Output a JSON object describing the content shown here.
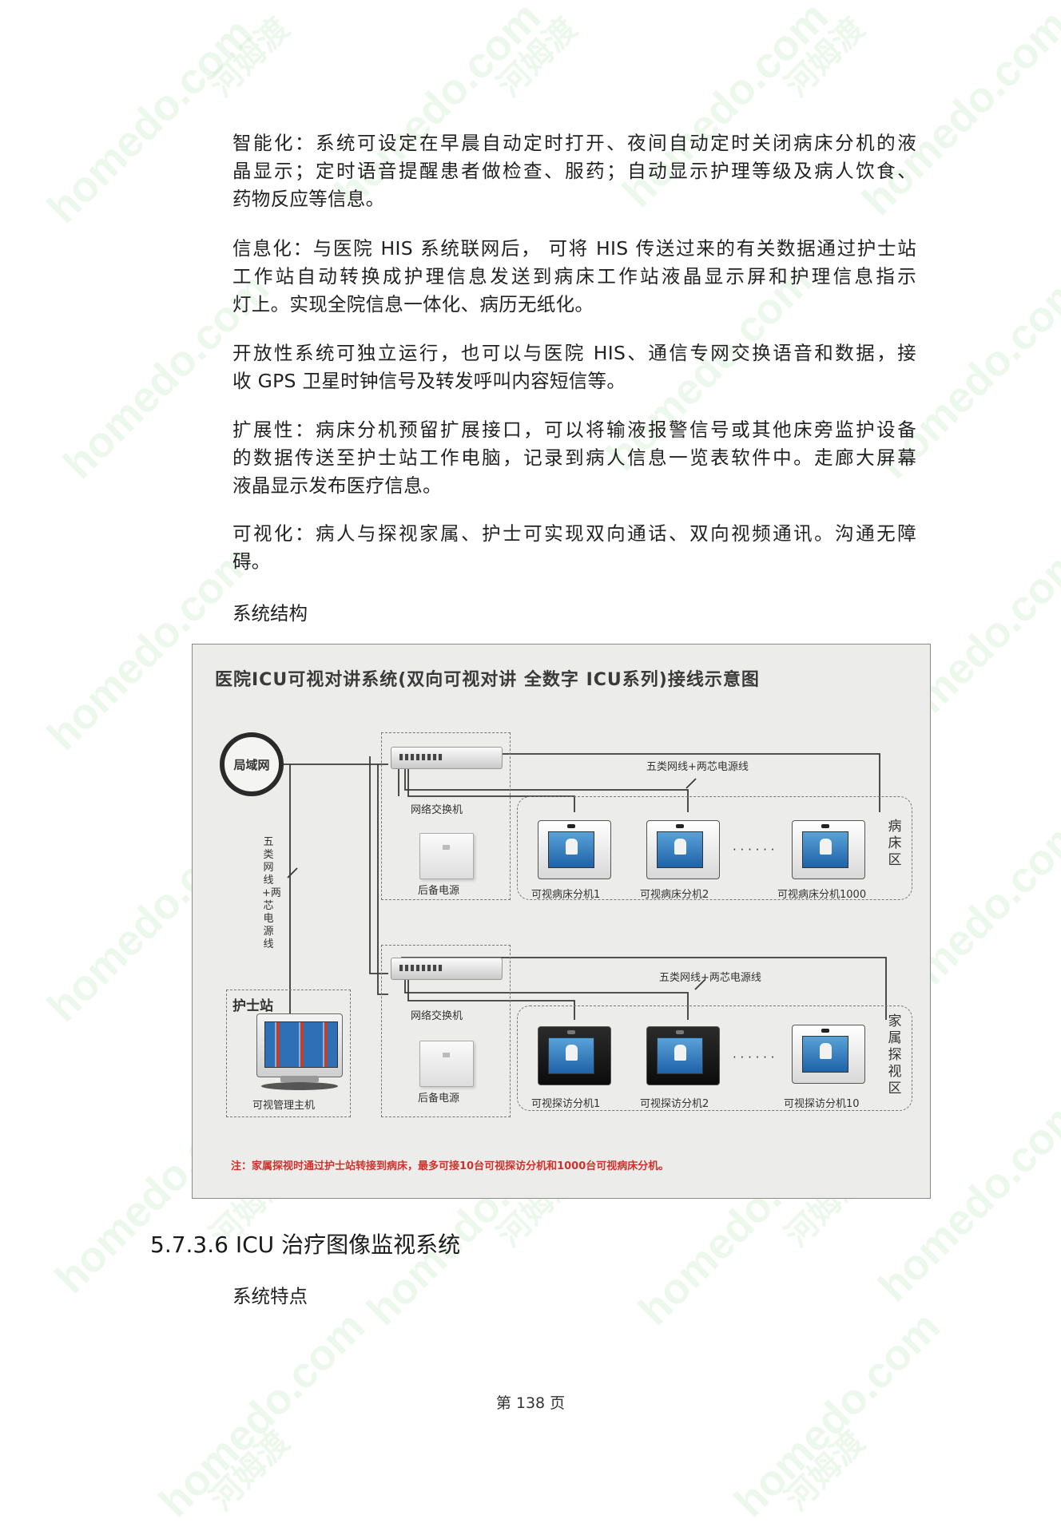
{
  "watermarks": [
    "homedo.com",
    "河姆渡"
  ],
  "paragraphs": [
    {
      "lines": [
        "智能化：系统可设定在早晨自动定时打开、夜间自动定时关闭病床分机的液",
        "晶显示；定时语音提醒患者做检查、服药；自动显示护理等级及病人饮食、",
        "药物反应等信息。"
      ]
    },
    {
      "lines": [
        "信息化：与医院 HIS 系统联网后， 可将 HIS 传送过来的有关数据通过护士站",
        "工作站自动转换成护理信息发送到病床工作站液晶显示屏和护理信息指示",
        "灯上。实现全院信息一体化、病历无纸化。"
      ]
    },
    {
      "lines": [
        "开放性系统可独立运行，也可以与医院  HIS、通信专网交换语音和数据，接",
        "收 GPS 卫星时钟信号及转发呼叫内容短信等。"
      ]
    },
    {
      "lines": [
        "扩展性：病床分机预留扩展接口，可以将输液报警信号或其他床旁监护设备",
        "的数据传送至护士站工作电脑，记录到病人信息一览表软件中。走廊大屏幕",
        "液晶显示发布医疗信息。"
      ]
    },
    {
      "lines": [
        "可视化：病人与探视家属、护士可实现双向通话、双向视频通讯。沟通无障",
        "碍。"
      ]
    }
  ],
  "section_label_structure": "系统结构",
  "diagram": {
    "title": "医院ICU可视对讲系统(双向可视对讲 全数字 ICU系列)接线示意图",
    "lan": "局域网",
    "switch_label": "网络交换机",
    "ups_label": "后备电源",
    "cable_label": "五类网线+两芯电源线",
    "vertical_cable_label": "五类网线+两芯电源线",
    "ellipsis": "· · · · · ·",
    "ward_zone": "病床区",
    "visit_zone": "家属探视区",
    "nurse_station": "护士站",
    "host_label": "可视管理主机",
    "bed_units": [
      "可视病床分机1",
      "可视病床分机2",
      "可视病床分机1000"
    ],
    "visit_units": [
      "可视探访分机1",
      "可视探访分机2",
      "可视探访分机10"
    ],
    "note": "注：家属探视时通过护士站转接到病床，最多可接10台可视探访分机和1000台可视病床分机。"
  },
  "heading": "5.7.3.6 ICU  治疗图像监视系统",
  "section_label_features": "系统特点",
  "page_number": "第 138 页",
  "colors": {
    "note_red": "#d0312a",
    "screen_blue": "#1f62a8",
    "watermark_green": "#8cd28c"
  }
}
